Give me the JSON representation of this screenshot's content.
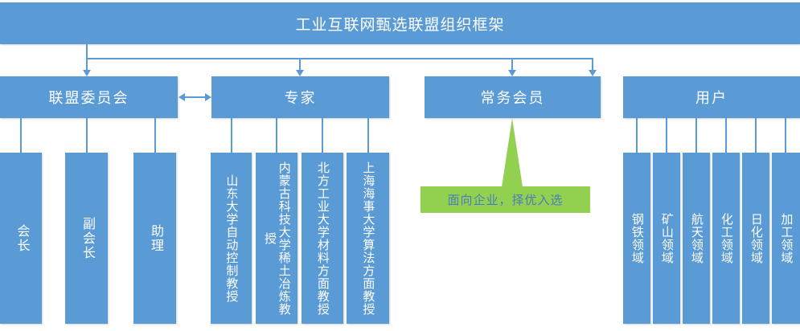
{
  "title": {
    "text": "工业互联网甄选联盟组织框架"
  },
  "colors": {
    "box_blue": "#5B9BD5",
    "connector_blue": "#5B9BD5",
    "callout_green": "#92D050",
    "callout_text": "#4A7EBB",
    "box_text": "#FFFFFF"
  },
  "level2": [
    {
      "id": "committee",
      "label": "联盟委员会"
    },
    {
      "id": "experts",
      "label": "专家"
    },
    {
      "id": "executive",
      "label": "常务会员"
    },
    {
      "id": "users",
      "label": "用户"
    }
  ],
  "committee_members": [
    {
      "label": "会长"
    },
    {
      "label": "副会长"
    },
    {
      "label": "助理"
    }
  ],
  "experts": [
    {
      "label": "山东大学自动控制教授"
    },
    {
      "label": "内蒙古科技大学稀土冶炼教授"
    },
    {
      "label": "北方工业大学材料方面教授"
    },
    {
      "label": "上海海事大学算法方面教授"
    }
  ],
  "user_domains": [
    {
      "label": "钢铁领域"
    },
    {
      "label": "矿山领域"
    },
    {
      "label": "航天领域"
    },
    {
      "label": "化工领域"
    },
    {
      "label": "日化领域"
    },
    {
      "label": "加工领域"
    }
  ],
  "callout": {
    "text": "面向企业，择优入选"
  }
}
